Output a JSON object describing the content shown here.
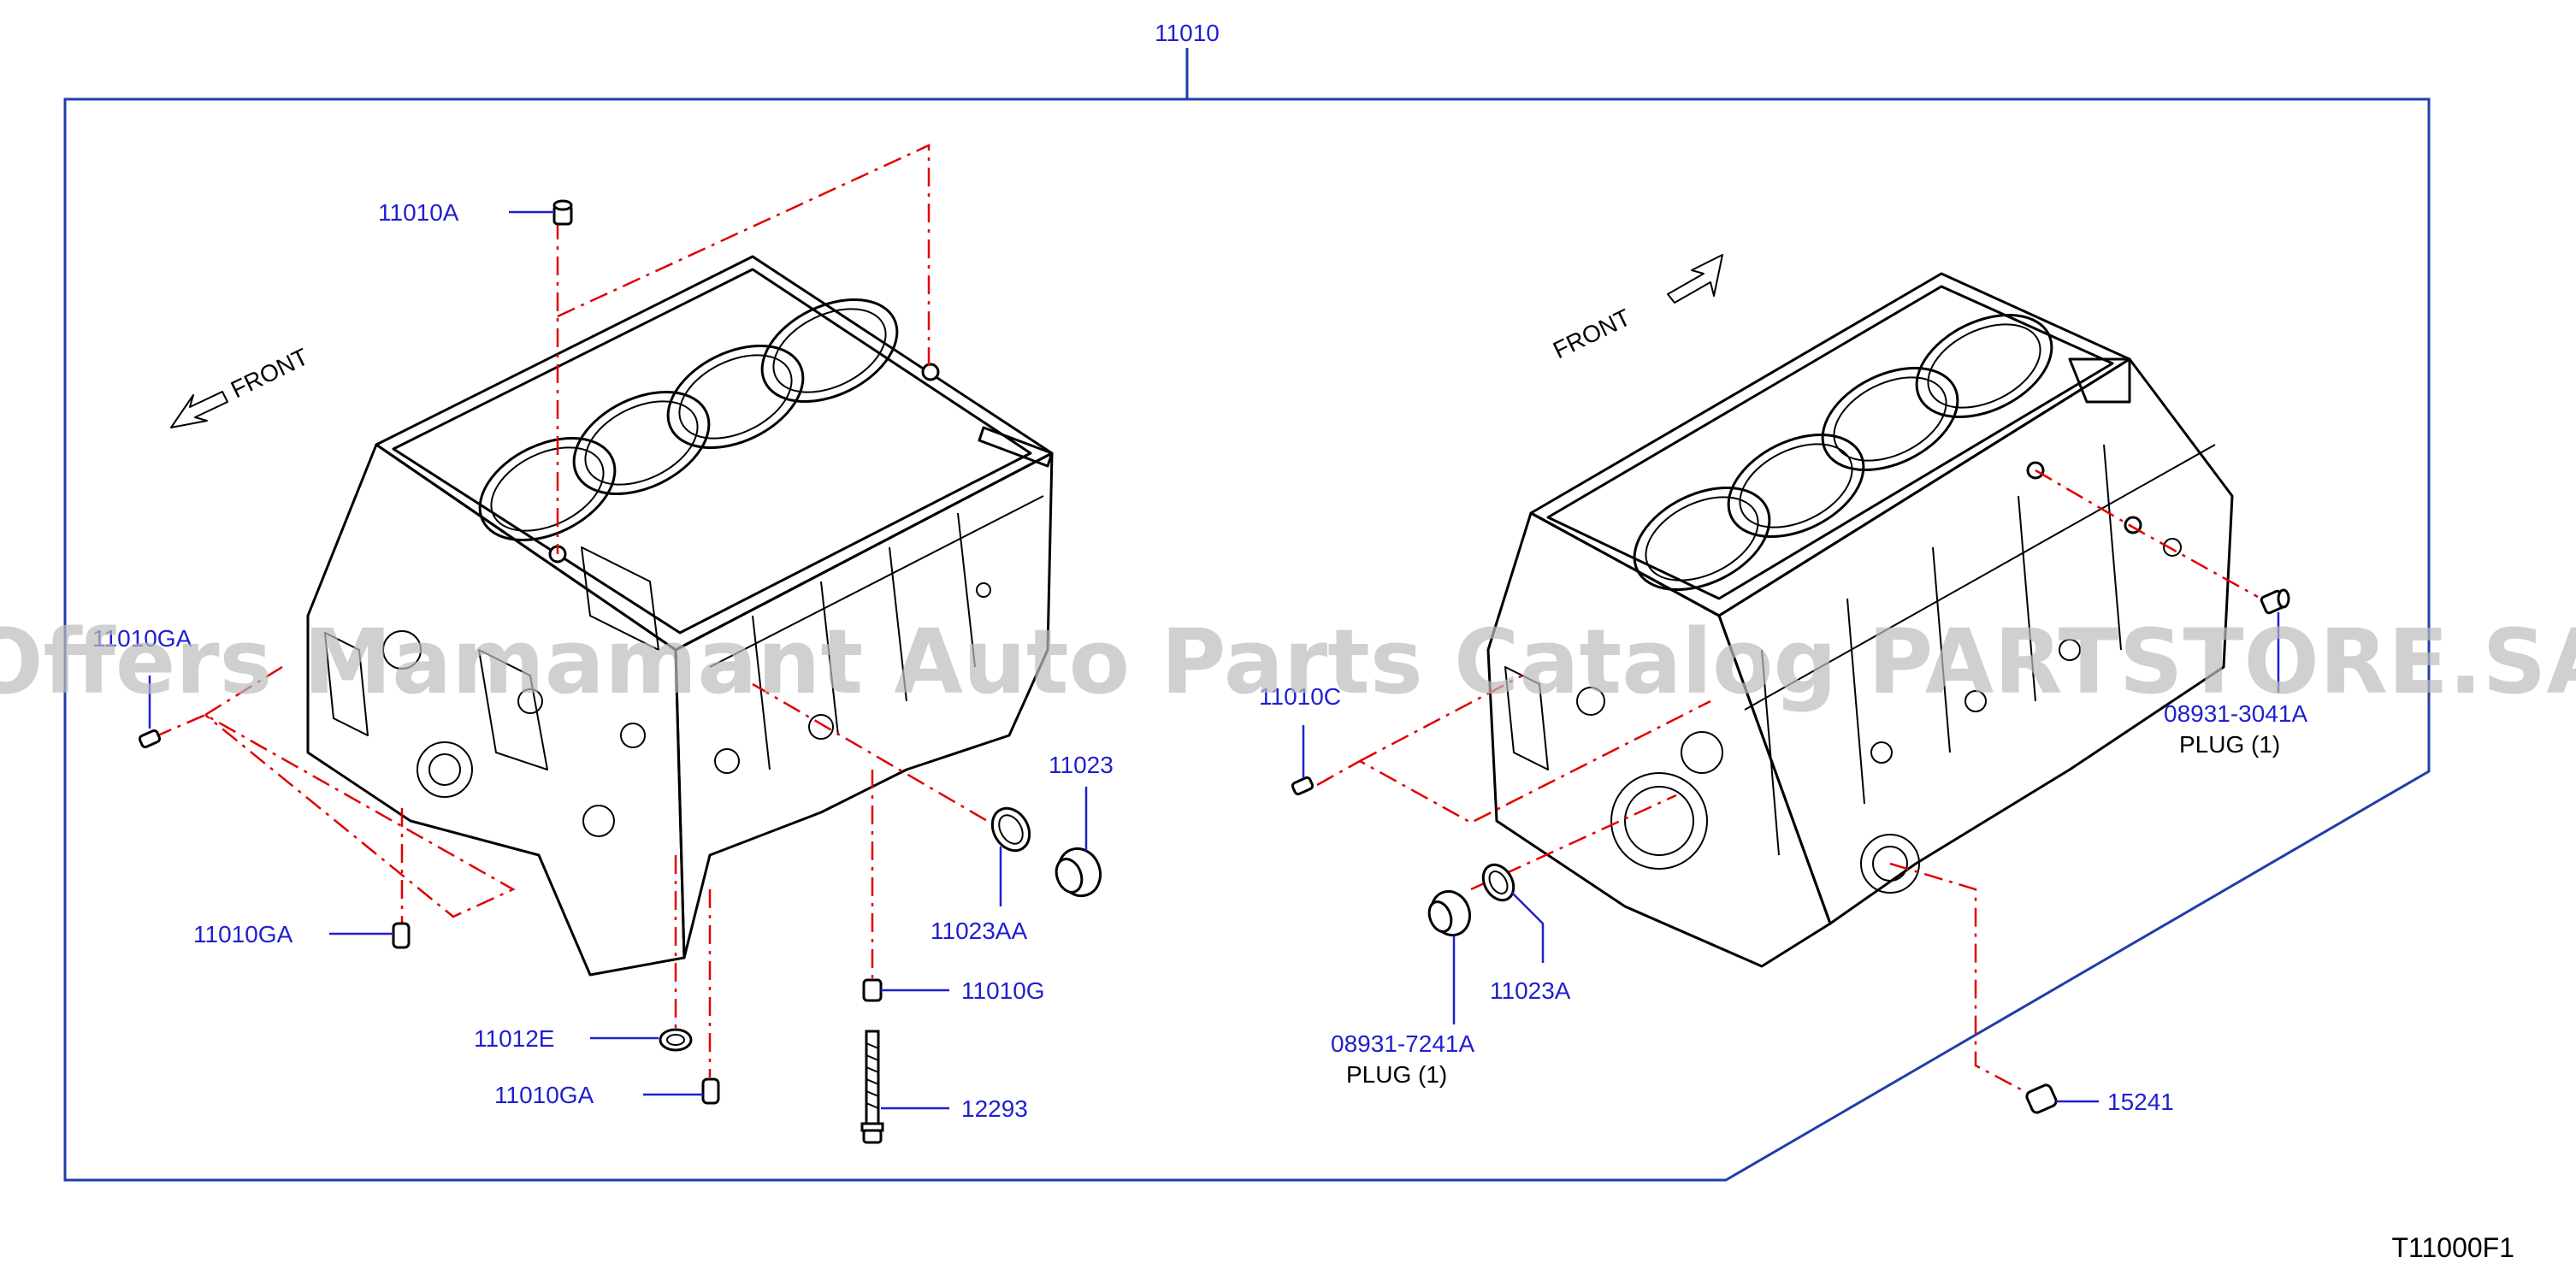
{
  "diagram": {
    "assembly_number": "11010",
    "reference_code": "T11000F1",
    "watermark": "Offers Mamamant Auto Parts Catalog PARTSTORE.SA",
    "front_label_left": "FRONT",
    "front_label_right": "FRONT",
    "labels": {
      "p11010A": "11010A",
      "p11010GA_left": "11010GA",
      "p11010GA_mid": "11010GA",
      "p11010GA_bottom": "11010GA",
      "p11012E": "11012E",
      "p12293": "12293",
      "p11010G": "11010G",
      "p11023AA": "11023AA",
      "p11023": "11023",
      "p11010C": "11010C",
      "p08931_7241A": "08931-7241A",
      "plug1_text": "PLUG  (1)",
      "p11023A": "11023A",
      "p15241": "15241",
      "p08931_3041A": "08931-3041A",
      "plug2_text": "PLUG  (1)"
    },
    "colors": {
      "callout_text": "#1f1fd0",
      "frame": "#1f3fa8",
      "phantom_line": "#e10000",
      "linework": "#000000"
    }
  }
}
